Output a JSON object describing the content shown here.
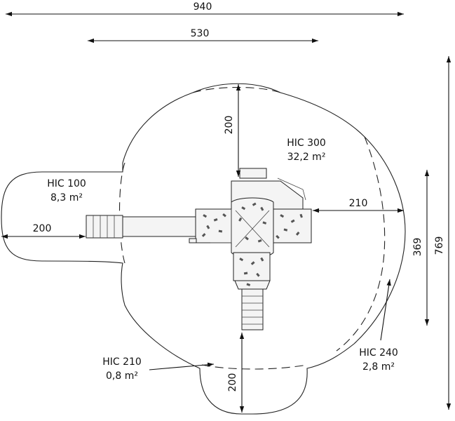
{
  "dimensions": {
    "total_width": "940",
    "tower_width": "530",
    "top_margin": "200",
    "right_margin": "210",
    "left_margin": "200",
    "bottom_margin": "200",
    "inner_height": "369",
    "total_height": "769"
  },
  "zones": {
    "hic_300": {
      "name": "HIC 300",
      "area": "32,2 m²"
    },
    "hic_100": {
      "name": "HIC 100",
      "area": "8,3 m²"
    },
    "hic_210": {
      "name": "HIC 210",
      "area": "0,8 m²"
    },
    "hic_240": {
      "name": "HIC 240",
      "area": "2,8 m²"
    }
  },
  "colors": {
    "line": "#222222",
    "text": "#111111"
  }
}
